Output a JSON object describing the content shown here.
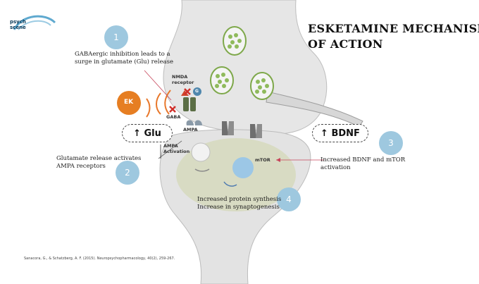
{
  "title_line1": "ESKETAMINE MECHANISM",
  "title_line2": "OF ACTION",
  "logo": {
    "word1": "psych",
    "word2": "scene"
  },
  "steps": [
    {
      "number": "1",
      "line1": "GABAergic inhibition leads to a",
      "line2": "surge in glutamate (Glu) release"
    },
    {
      "number": "2",
      "line1": "Glutamate release activates",
      "line2": "AMPA receptors"
    },
    {
      "number": "3",
      "line1": "Increased BDNF and mTOR",
      "line2": "activation"
    },
    {
      "number": "4",
      "line1": "Increased protein synthesis",
      "line2": "Increase in synaptogenesis"
    }
  ],
  "labels": {
    "nmda": "NMDA",
    "receptor": "receptor",
    "gaba": "GABA",
    "ampa": "AMPA",
    "ampa_activation_1": "AMPA",
    "ampa_activation_2": "Activation",
    "mtor": "mTOR",
    "ek": "EK",
    "g": "G"
  },
  "boxes": {
    "glu": "↑ Glu",
    "bdnf": "↑ BDNF"
  },
  "citation": "Sanacora, G., & Schatzberg, A. F. (2015). Neuropsychopharmacology, 40(2), 259-267.",
  "colors": {
    "badge": "#9ec8df",
    "ek": "#e67e22",
    "neuron": "#e7e7e7",
    "postsynaptic": "#d9dbc5",
    "vesicle": "#8fba5c"
  }
}
